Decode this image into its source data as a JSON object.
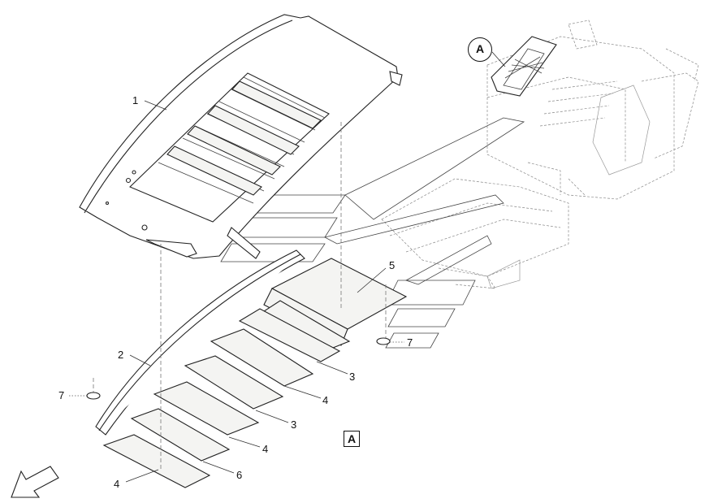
{
  "callouts": {
    "c1": "1",
    "c2": "2",
    "c3a": "3",
    "c3b": "3",
    "c4a": "4",
    "c4b": "4",
    "c4c": "4",
    "c5": "5",
    "c6": "6",
    "c7a": "7",
    "c7b": "7"
  },
  "view_labels": {
    "box": "A",
    "circle": "A"
  },
  "icons": {
    "direction_arrow": "front-direction-arrow-icon"
  }
}
